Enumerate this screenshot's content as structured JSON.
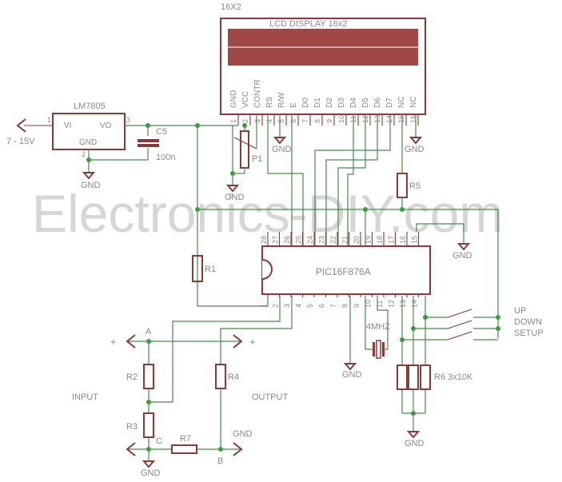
{
  "watermark": "Electronics-DIY.com",
  "colors": {
    "part": "#8b3a3a",
    "wire": "#4a8a4a",
    "junction": "#3aa03a",
    "lcd_screen": "#a04848",
    "text": "#8a8a8a"
  },
  "lcd": {
    "name": "16X2",
    "title": "LCD DISPLAY 16x2",
    "pin_labels": [
      "GND",
      "VCC",
      "CONTR",
      "RS",
      "R/W",
      "E",
      "D0",
      "D1",
      "D2",
      "D3",
      "D4",
      "D5",
      "D6",
      "D7",
      "NC",
      "NC"
    ],
    "pin_numbers": [
      "1",
      "2",
      "3",
      "4",
      "5",
      "6",
      "7",
      "8",
      "9",
      "10",
      "11",
      "12",
      "13",
      "14",
      "15",
      "16"
    ]
  },
  "regulator": {
    "name": "LM7805",
    "vi": "VI",
    "vo": "VO",
    "gnd": "GND",
    "pin_in": "1",
    "pin_gnd": "2",
    "pin_out": "3"
  },
  "supply_label": "7 - 15V",
  "c5": {
    "name": "C5",
    "value": "100n"
  },
  "p1": "P1",
  "r1": "R1",
  "r2": "R2",
  "r3": "R3",
  "r4": "R4",
  "r5": "R5",
  "r7": "R7",
  "r6": "R6 3x10K",
  "mcu": {
    "name": "PIC16F876A",
    "top_pins": [
      "28",
      "27",
      "26",
      "25",
      "24",
      "23",
      "22",
      "21",
      "20",
      "19",
      "18",
      "17",
      "16",
      "15"
    ],
    "bottom_pins": [
      "1",
      "2",
      "3",
      "4",
      "5",
      "6",
      "7",
      "8",
      "9",
      "10",
      "11",
      "12",
      "13",
      "14"
    ]
  },
  "crystal": "4MHZ",
  "switches": [
    "UP",
    "DOWN",
    "SETUP"
  ],
  "gnd": "GND",
  "nodes": {
    "a": "A",
    "b": "B",
    "c": "C"
  },
  "plus": "+",
  "input_label": "INPUT",
  "output_label": "OUTPUT",
  "gnd_output": "GND"
}
